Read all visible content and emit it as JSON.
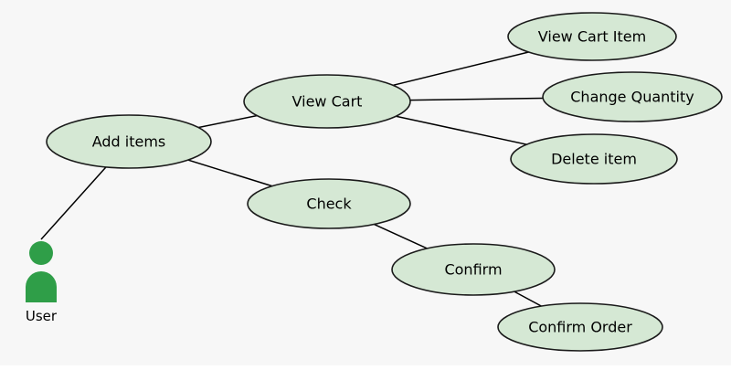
{
  "diagram": {
    "type": "use-case-diagram",
    "actor": {
      "id": "user",
      "label": "User"
    },
    "nodes": [
      {
        "id": "add-items",
        "label": "Add items"
      },
      {
        "id": "view-cart",
        "label": "View Cart"
      },
      {
        "id": "view-cart-item",
        "label": "View Cart Item"
      },
      {
        "id": "change-quantity",
        "label": "Change Quantity"
      },
      {
        "id": "delete-item",
        "label": "Delete item"
      },
      {
        "id": "check",
        "label": "Check"
      },
      {
        "id": "confirm",
        "label": "Confirm"
      },
      {
        "id": "confirm-order",
        "label": "Confirm Order"
      }
    ],
    "edges": [
      {
        "from": "user",
        "to": "add-items"
      },
      {
        "from": "add-items",
        "to": "view-cart"
      },
      {
        "from": "add-items",
        "to": "check"
      },
      {
        "from": "view-cart",
        "to": "view-cart-item"
      },
      {
        "from": "view-cart",
        "to": "change-quantity"
      },
      {
        "from": "view-cart",
        "to": "delete-item"
      },
      {
        "from": "check",
        "to": "confirm"
      },
      {
        "from": "confirm",
        "to": "confirm-order"
      }
    ],
    "colors": {
      "background": "#f7f7f7",
      "node_fill": "#d5e8d4",
      "node_stroke": "#1a1a1a",
      "edge": "#000000",
      "text": "#000000",
      "actor_fill": "#2f9e48"
    }
  }
}
